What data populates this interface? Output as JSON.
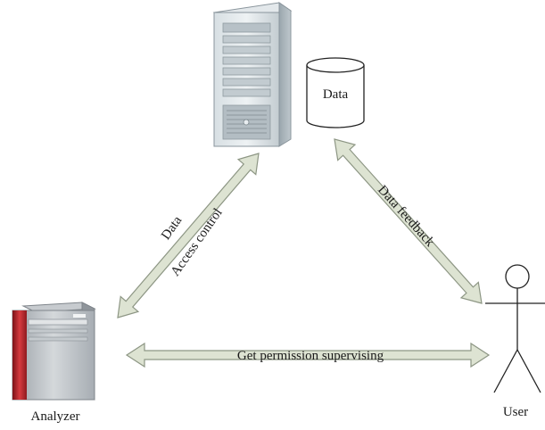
{
  "nodes": {
    "server": {
      "icon": "server-tower-icon"
    },
    "database": {
      "label": "Data",
      "icon": "database-cylinder-icon"
    },
    "analyzer": {
      "label": "Analyzer",
      "icon": "analyzer-machine-icon"
    },
    "user": {
      "label": "User",
      "icon": "user-stick-figure-icon"
    }
  },
  "edges": {
    "server_analyzer": {
      "label_data": "Data",
      "label_access": "Access control"
    },
    "database_user": {
      "label": "Data feedback"
    },
    "analyzer_user": {
      "label": "Get permission supervising"
    }
  },
  "colors": {
    "arrow_fill": "#dde3d2",
    "arrow_stroke": "#8d9684",
    "server_body": "#cfd8dc",
    "analyzer_red": "#b5232a"
  }
}
